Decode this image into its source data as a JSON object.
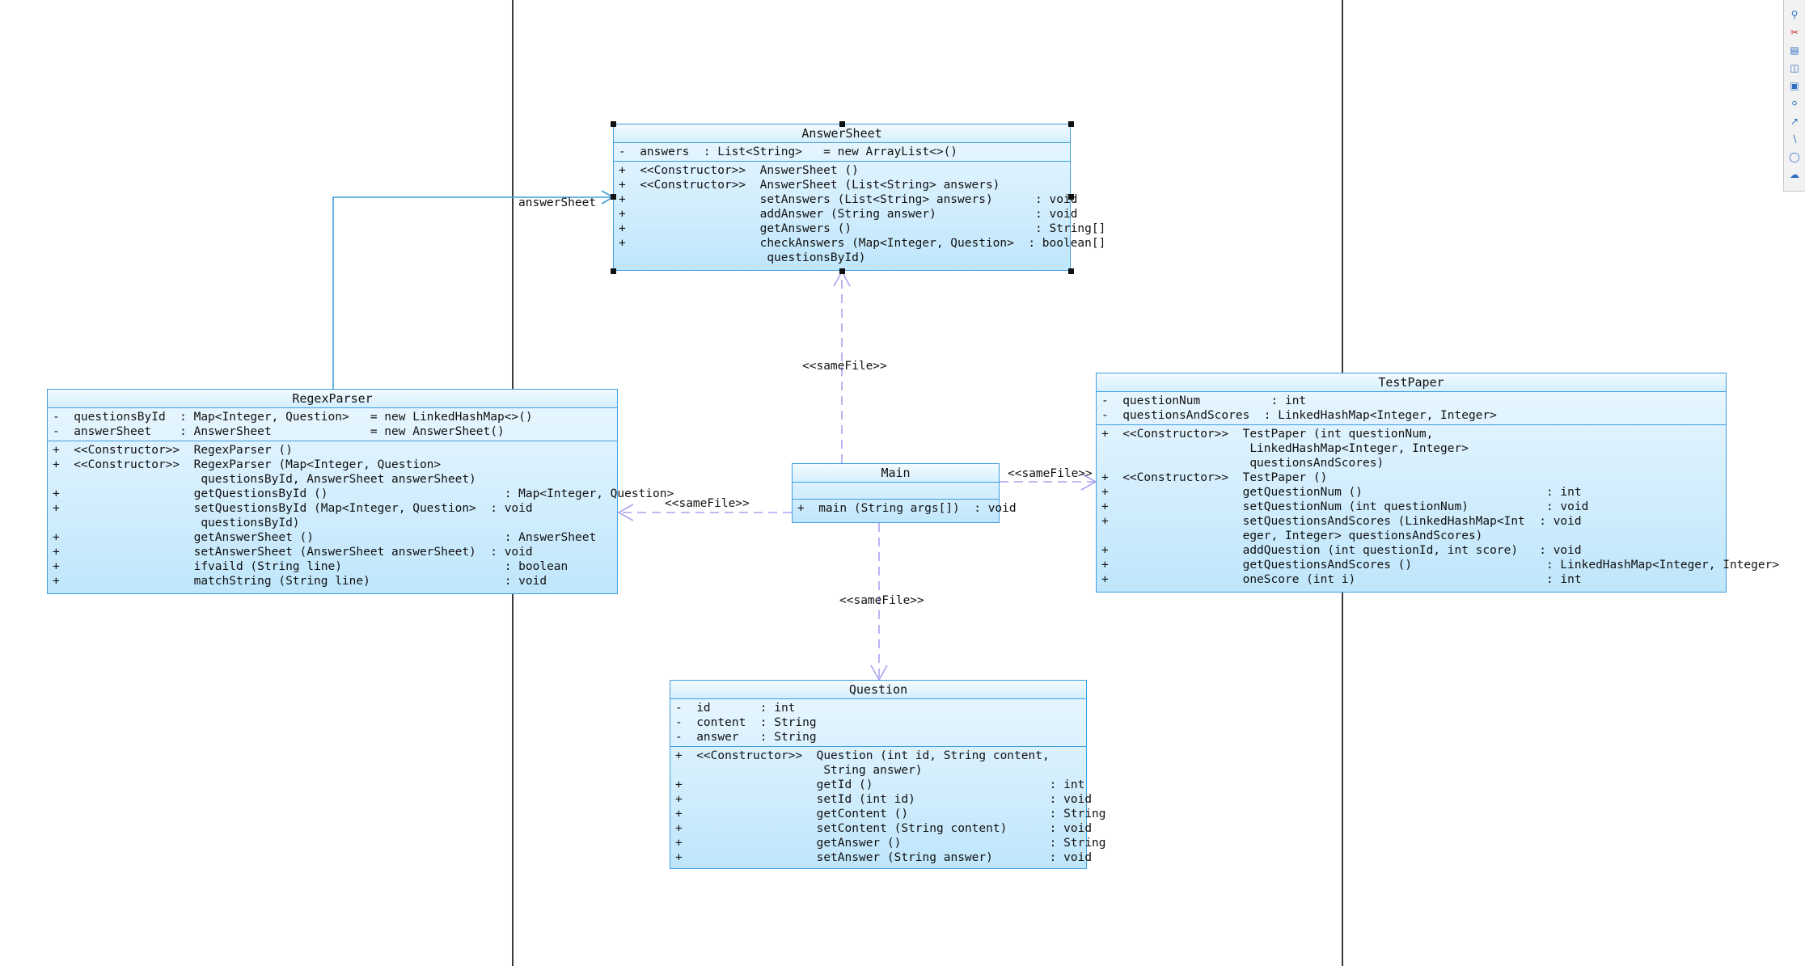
{
  "classes": {
    "answer_sheet": {
      "name": "AnswerSheet",
      "attributes": [
        "-  answers  : List<String>   = new ArrayList<>()"
      ],
      "operations": [
        "+  <<Constructor>>  AnswerSheet ()",
        "+  <<Constructor>>  AnswerSheet (List<String> answers)",
        "+                   setAnswers (List<String> answers)      : void",
        "+                   addAnswer (String answer)              : void",
        "+                   getAnswers ()                          : String[]",
        "+                   checkAnswers (Map<Integer, Question>  : boolean[]",
        "                     questionsById)"
      ]
    },
    "regex_parser": {
      "name": "RegexParser",
      "attributes": [
        "-  questionsById  : Map<Integer, Question>   = new LinkedHashMap<>()",
        "-  answerSheet    : AnswerSheet              = new AnswerSheet()"
      ],
      "operations": [
        "+  <<Constructor>>  RegexParser ()",
        "+  <<Constructor>>  RegexParser (Map<Integer, Question>",
        "                     questionsById, AnswerSheet answerSheet)",
        "+                   getQuestionsById ()                         : Map<Integer, Question>",
        "+                   setQuestionsById (Map<Integer, Question>  : void",
        "                     questionsById)",
        "+                   getAnswerSheet ()                           : AnswerSheet",
        "+                   setAnswerSheet (AnswerSheet answerSheet)  : void",
        "+                   ifvaild (String line)                       : boolean",
        "+                   matchString (String line)                   : void"
      ]
    },
    "main": {
      "name": "Main",
      "attributes": [],
      "operations": [
        "+  main (String args[])  : void"
      ]
    },
    "test_paper": {
      "name": "TestPaper",
      "attributes": [
        "-  questionNum          : int",
        "-  questionsAndScores  : LinkedHashMap<Integer, Integer>"
      ],
      "operations": [
        "+  <<Constructor>>  TestPaper (int questionNum,",
        "                     LinkedHashMap<Integer, Integer>",
        "                     questionsAndScores)",
        "+  <<Constructor>>  TestPaper ()",
        "+                   getQuestionNum ()                          : int",
        "+                   setQuestionNum (int questionNum)           : void",
        "+                   setQuestionsAndScores (LinkedHashMap<Int  : void",
        "                    eger, Integer> questionsAndScores)",
        "+                   addQuestion (int questionId, int score)   : void",
        "+                   getQuestionsAndScores ()                   : LinkedHashMap<Integer, Integer>",
        "+                   oneScore (int i)                           : int"
      ]
    },
    "question": {
      "name": "Question",
      "attributes": [
        "-  id       : int",
        "-  content  : String",
        "-  answer   : String"
      ],
      "operations": [
        "+  <<Constructor>>  Question (int id, String content,",
        "                     String answer)",
        "+                   getId ()                         : int",
        "+                   setId (int id)                   : void",
        "+                   getContent ()                    : String",
        "+                   setContent (String content)      : void",
        "+                   getAnswer ()                     : String",
        "+                   setAnswer (String answer)        : void"
      ]
    }
  },
  "relations": {
    "answer_sheet_assoc": "answerSheet",
    "main_to_answer_sheet": "<<sameFile>>",
    "main_to_test_paper": "<<sameFile>>",
    "main_to_regex_parser": "<<sameFile>>",
    "main_to_question": "<<sameFile>>"
  },
  "colors": {
    "class_border": "#3e9de0",
    "class_fill_top": "#eaf7ff",
    "class_fill_bottom": "#bfe6fb",
    "association_line": "#3e9de0",
    "dependency_line": "#a9a3f0"
  },
  "toolbar": {
    "icons": [
      "zoom-icon",
      "cut-icon",
      "class-icon",
      "package-icon",
      "hierarchy-icon",
      "interface-icon",
      "association-icon",
      "line-icon",
      "ellipse-icon",
      "note-icon"
    ]
  }
}
